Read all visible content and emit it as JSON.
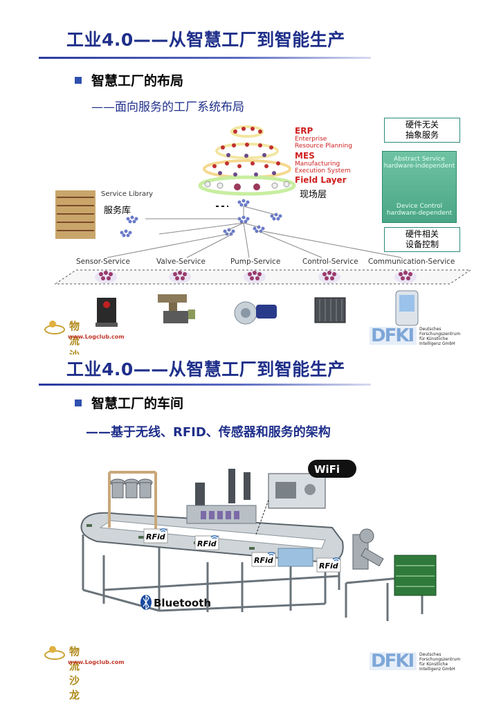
{
  "slide1": {
    "title": "工业4.0——从智慧工厂到智能生产",
    "bullet": "智慧工厂的布局",
    "subtitle": "——面向服务的工厂系统布局",
    "erp": "ERP",
    "erp_sub1": "Enterprise",
    "erp_sub2": "Resource Planning",
    "mes": "MES",
    "mes_sub1": "Manufacturing",
    "mes_sub2": "Execution System",
    "field": "Field Layer",
    "field_cn": "现场层",
    "service_library": "Service Library",
    "service_library_cn": "服务库",
    "hw_independent_cn_1": "硬件无关",
    "hw_independent_cn_2": "抽象服务",
    "abstract_service": "Abstract Service",
    "hw_independent_en": "hardware-independent",
    "device_control": "Device Control",
    "hw_dependent_en": "hardware-dependent",
    "hw_dependent_cn_1": "硬件相关",
    "hw_dependent_cn_2": "设备控制",
    "services": [
      "Sensor-Service",
      "Valve-Service",
      "Pump-Service",
      "Control-Service",
      "Communication-Service"
    ]
  },
  "slide2": {
    "title": "工业4.0——从智慧工厂到智能生产",
    "bullet": "智慧工厂的车间",
    "subtitle": "——基于无线、RFID、传感器和服务的架构",
    "wifi": "WiFi",
    "rfid": "RFid",
    "bluetooth": "Bluetooth"
  },
  "footer": {
    "logo_cn": "物流沙龙",
    "logo_url": "www.Logclub.com",
    "dfki_letters": "DFKI",
    "dfki_line1": "Deutsches",
    "dfki_line2": "Forschungszentrum",
    "dfki_line3": "für Künstliche",
    "dfki_line4": "Intelligenz GmbH"
  },
  "colors": {
    "title_blue": "#1f2f8a",
    "accent_red": "#d02020",
    "panel_green": "#4aa686",
    "conveyor_gray": "#9aa3aa"
  }
}
